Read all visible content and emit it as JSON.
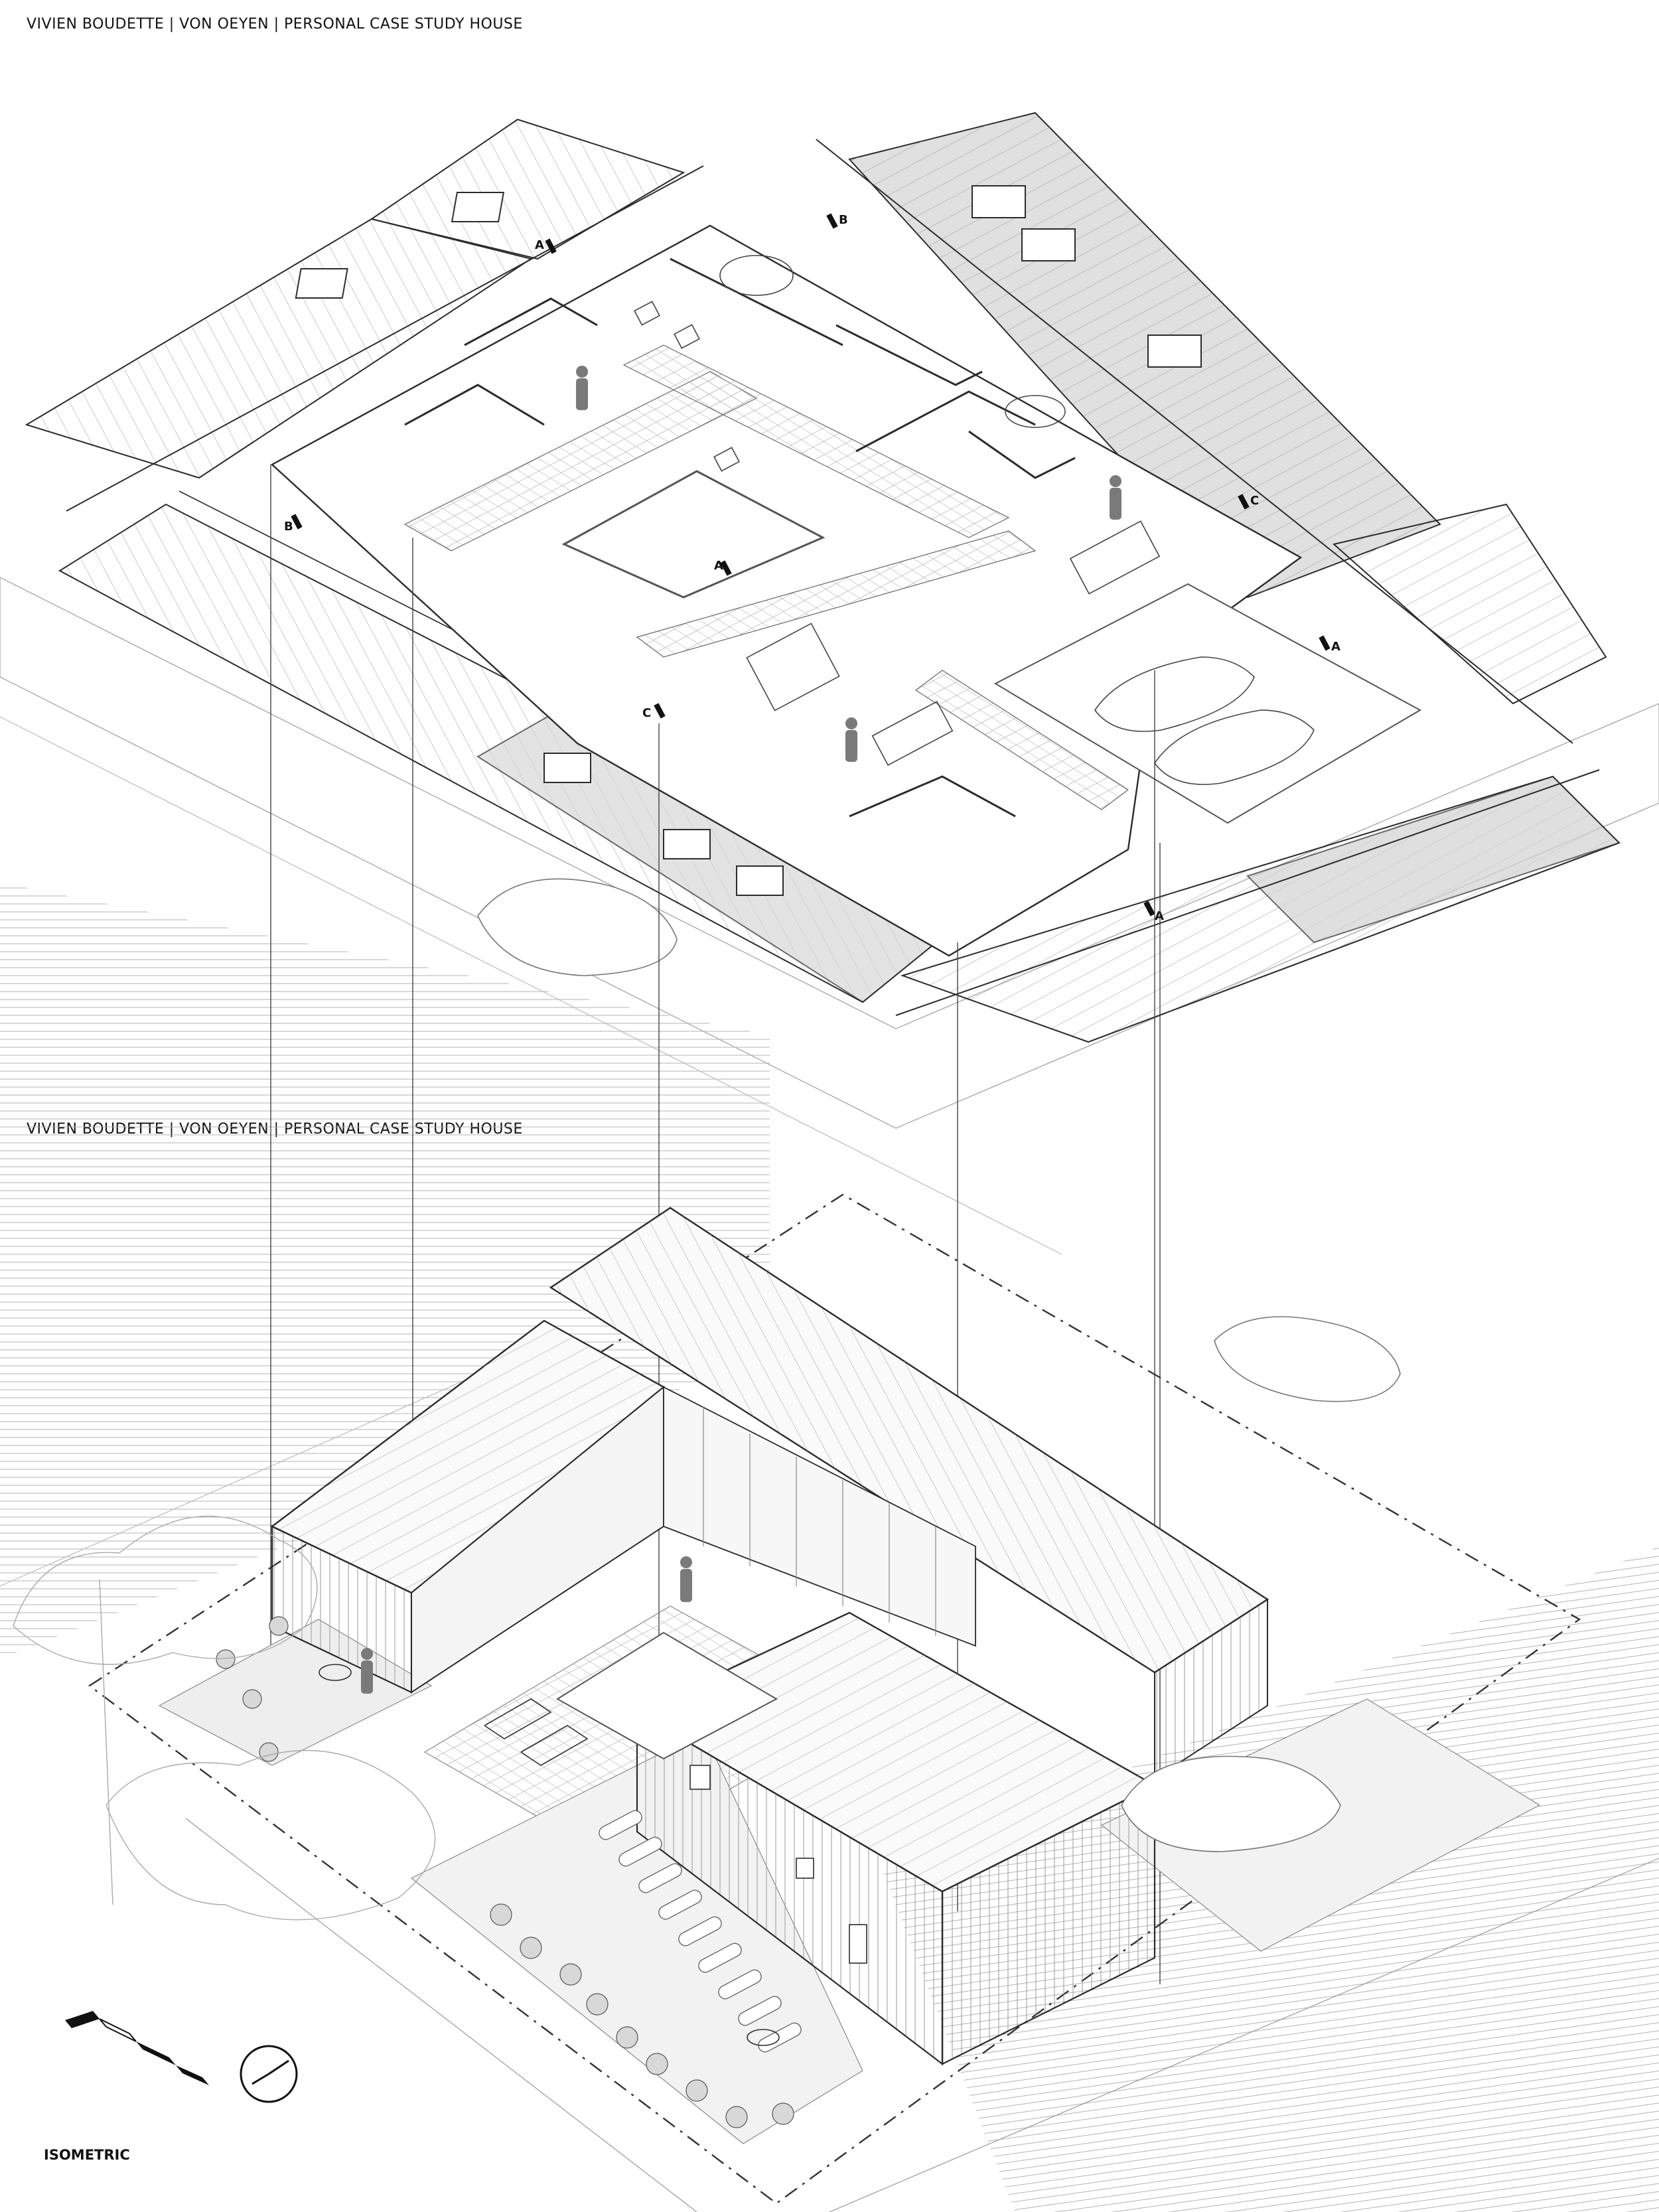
{
  "header": {
    "project_title": "VIVIEN BOUDETTE | VON OEYEN | PERSONAL CASE STUDY HOUSE"
  },
  "drawing": {
    "view_label": "ISOMETRIC",
    "section_markers": {
      "a": "A",
      "b": "B",
      "c": "C"
    }
  },
  "colors": {
    "line": "#2b2b2b",
    "light_line": "#9a9a9a",
    "roof_fill": "#e9e9e9",
    "dark_roof_fill": "#d2d2d2",
    "figure": "#7a7a7a",
    "paving": "#f2f2f2"
  }
}
